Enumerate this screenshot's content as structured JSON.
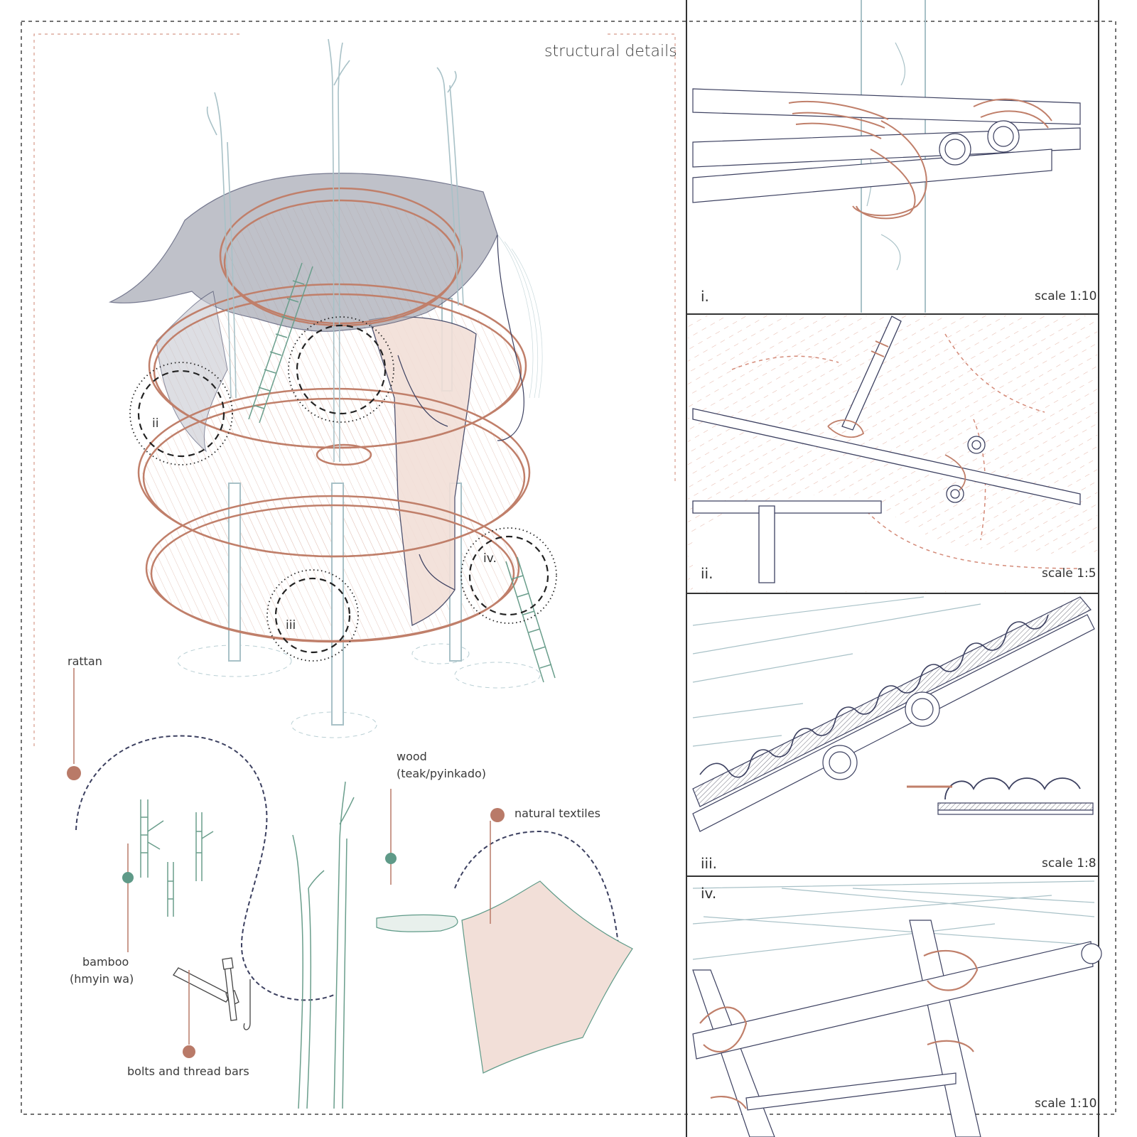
{
  "title": "structural details",
  "circle_labels": {
    "ii": "ii",
    "iii": "iii",
    "iv": "iv."
  },
  "materials": {
    "rattan": "rattan",
    "wood": "wood",
    "wood_sub": "(teak/pyinkado)",
    "textiles": "natural textiles",
    "bamboo": "bamboo",
    "bamboo_sub": "(hmyin wa)",
    "bolts": "bolts and thread bars"
  },
  "panels": [
    {
      "numeral": "i.",
      "scale": "scale 1:10"
    },
    {
      "numeral": "ii.",
      "scale": "scale 1:5"
    },
    {
      "numeral": "iii.",
      "scale": "scale 1:8"
    },
    {
      "numeral": "iv.",
      "scale": "scale 1:10"
    }
  ],
  "colors": {
    "rattan": "#c07f6a",
    "bamboo": "#6a9e8c",
    "wood_line": "#a8c1c7",
    "textile_fill": "#f2dfd8",
    "navy_line": "#3c4060",
    "marker_brown": "#b97a68",
    "marker_green": "#5f9a88"
  },
  "icons": [
    "bamboo-icon",
    "tree-icon",
    "bolt-icon",
    "textile-icon",
    "rattan-dashed-icon"
  ]
}
